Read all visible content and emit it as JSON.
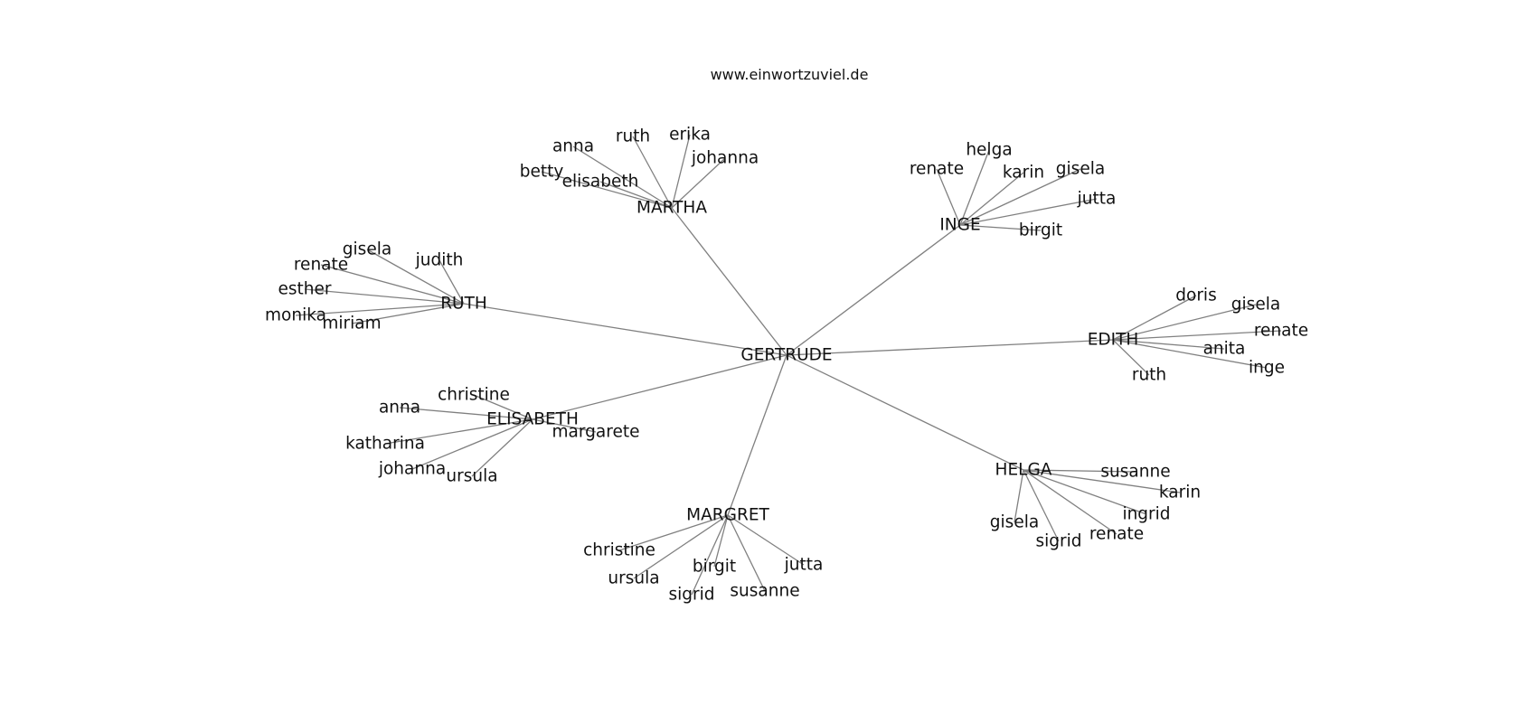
{
  "site": "www.einwortzuviel.de",
  "root": "GERTRUDE",
  "hubs": [
    {
      "id": "martha",
      "label": "MARTHA",
      "leaves": [
        "anna",
        "ruth",
        "erika",
        "johanna",
        "betty",
        "elisabeth"
      ]
    },
    {
      "id": "inge",
      "label": "INGE",
      "leaves": [
        "renate",
        "helga",
        "karin",
        "gisela",
        "jutta",
        "birgit"
      ]
    },
    {
      "id": "ruth",
      "label": "RUTH",
      "leaves": [
        "gisela",
        "judith",
        "renate",
        "esther",
        "monika",
        "miriam"
      ]
    },
    {
      "id": "edith",
      "label": "EDITH",
      "leaves": [
        "doris",
        "gisela",
        "renate",
        "anita",
        "inge",
        "ruth"
      ]
    },
    {
      "id": "elisabeth",
      "label": "ELISABETH",
      "leaves": [
        "christine",
        "anna",
        "margarete",
        "katharina",
        "johanna",
        "ursula"
      ]
    },
    {
      "id": "helga",
      "label": "HELGA",
      "leaves": [
        "susanne",
        "karin",
        "ingrid",
        "renate",
        "sigrid",
        "gisela"
      ]
    },
    {
      "id": "margret",
      "label": "MARGRET",
      "leaves": [
        "christine",
        "ursula",
        "birgit",
        "jutta",
        "sigrid",
        "susanne"
      ]
    }
  ]
}
